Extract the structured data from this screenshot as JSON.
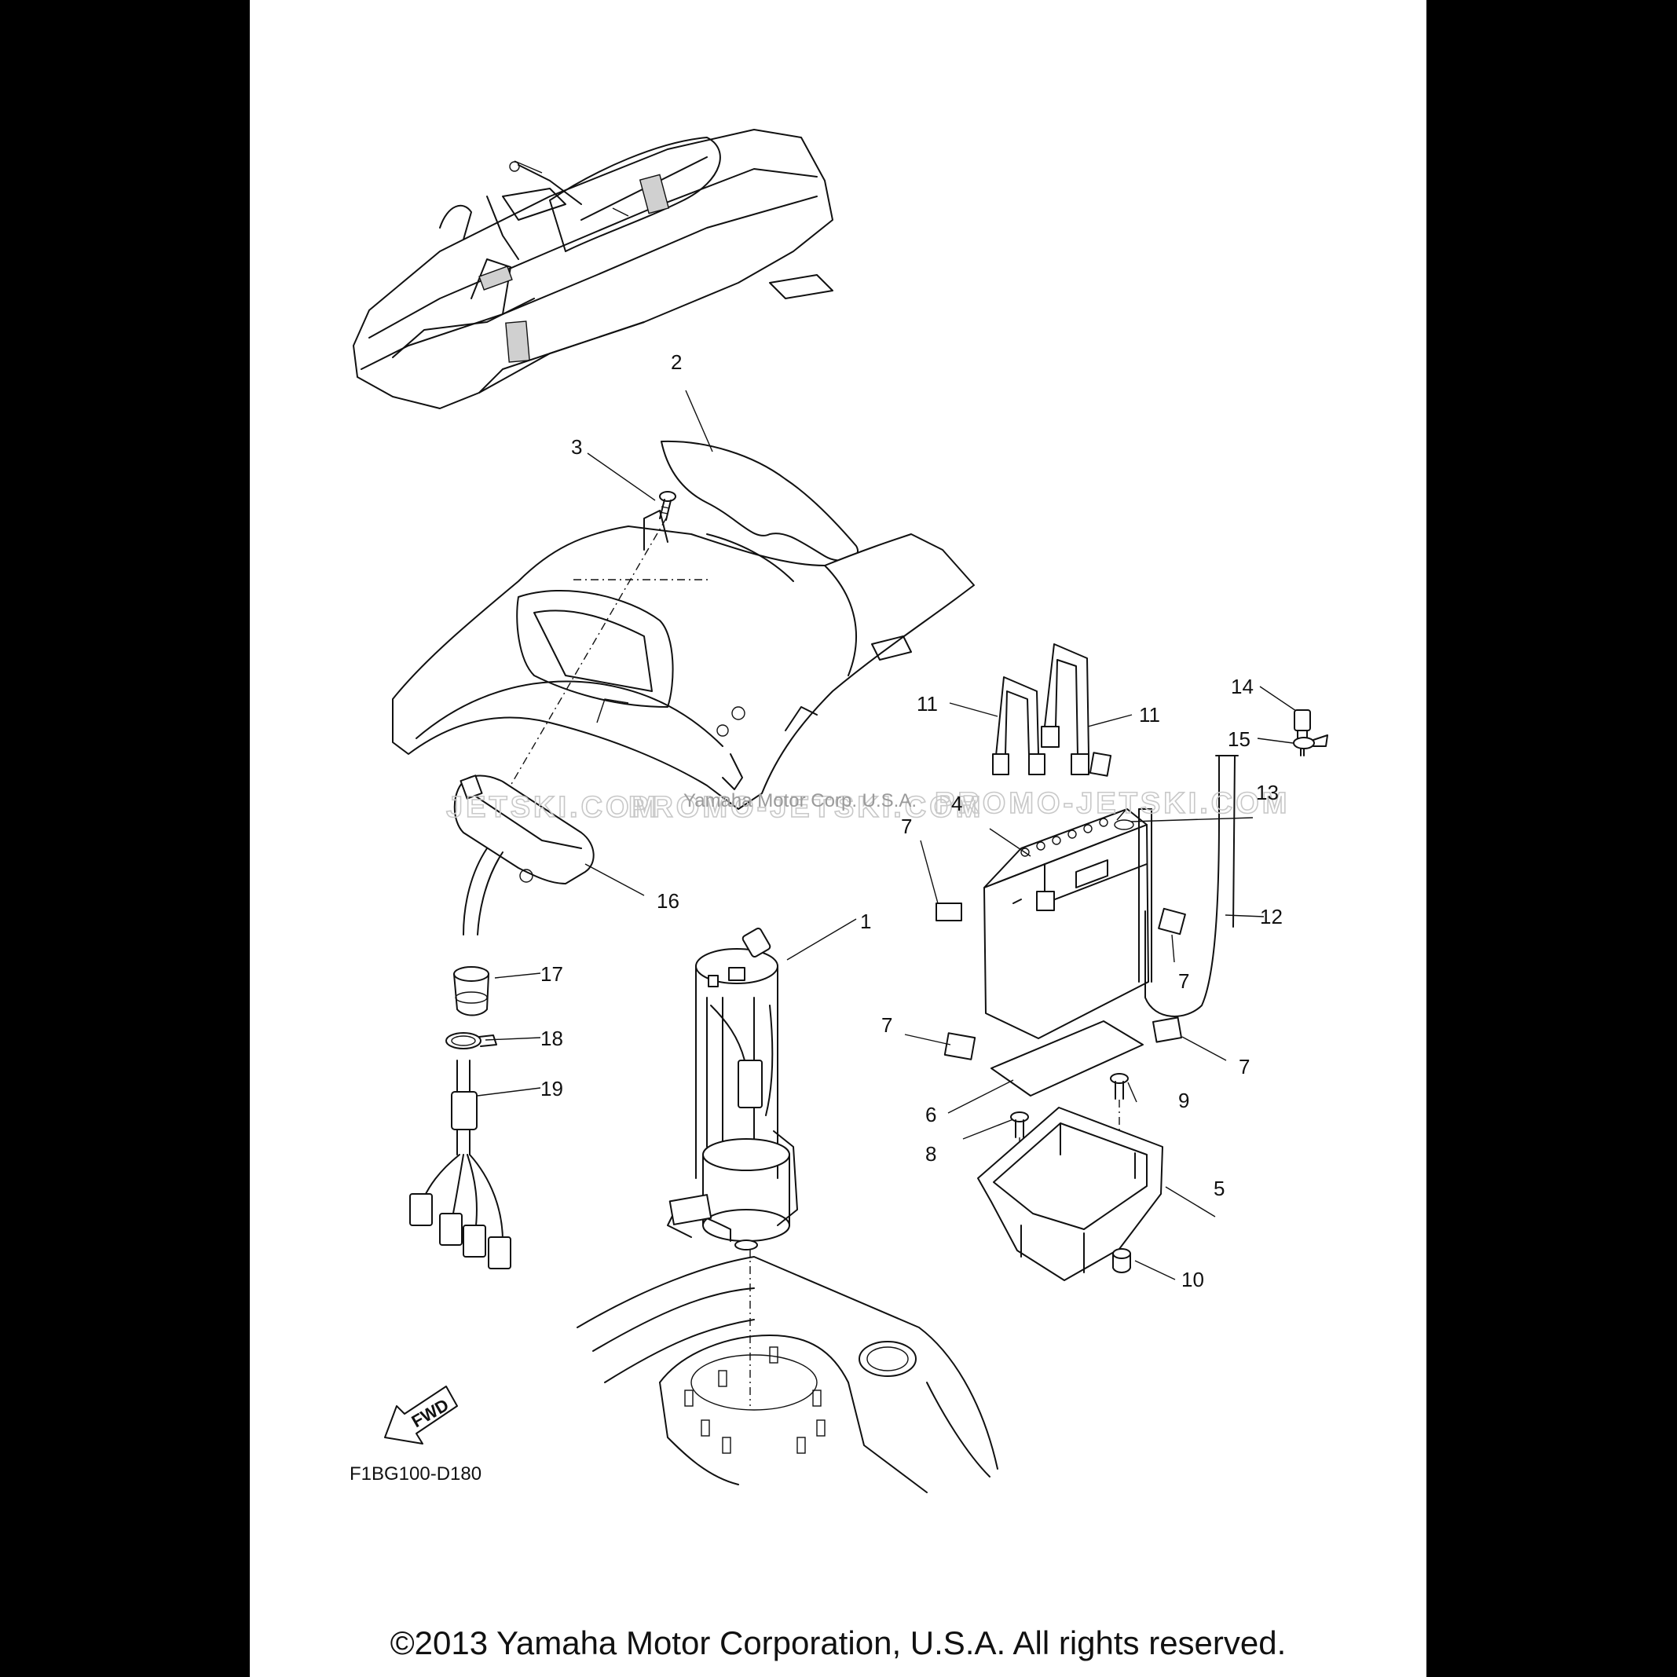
{
  "diagram": {
    "reference_code": "F1BG100-D180",
    "direction_label": "FWD",
    "copyright": "©2013 Yamaha Motor Corporation, U.S.A. All rights reserved.",
    "watermarks": {
      "left": "JETSKI.COM",
      "center": "PROMO-JETSKI.COM",
      "right": "PROMO-JETSKI.COM",
      "overlay": "Yamaha Motor Corp. U.S.A."
    },
    "callouts": [
      {
        "id": "c1",
        "label": "1"
      },
      {
        "id": "c2",
        "label": "2"
      },
      {
        "id": "c3",
        "label": "3"
      },
      {
        "id": "c4",
        "label": "4"
      },
      {
        "id": "c5",
        "label": "5"
      },
      {
        "id": "c6",
        "label": "6"
      },
      {
        "id": "c7a",
        "label": "7"
      },
      {
        "id": "c7b",
        "label": "7"
      },
      {
        "id": "c7c",
        "label": "7"
      },
      {
        "id": "c7d",
        "label": "7"
      },
      {
        "id": "c8",
        "label": "8"
      },
      {
        "id": "c9",
        "label": "9"
      },
      {
        "id": "c10",
        "label": "10"
      },
      {
        "id": "c11a",
        "label": "11"
      },
      {
        "id": "c11b",
        "label": "11"
      },
      {
        "id": "c12",
        "label": "12"
      },
      {
        "id": "c13",
        "label": "13"
      },
      {
        "id": "c14",
        "label": "14"
      },
      {
        "id": "c15",
        "label": "15"
      },
      {
        "id": "c16",
        "label": "16"
      },
      {
        "id": "c17",
        "label": "17"
      },
      {
        "id": "c18",
        "label": "18"
      },
      {
        "id": "c19",
        "label": "19"
      }
    ]
  }
}
